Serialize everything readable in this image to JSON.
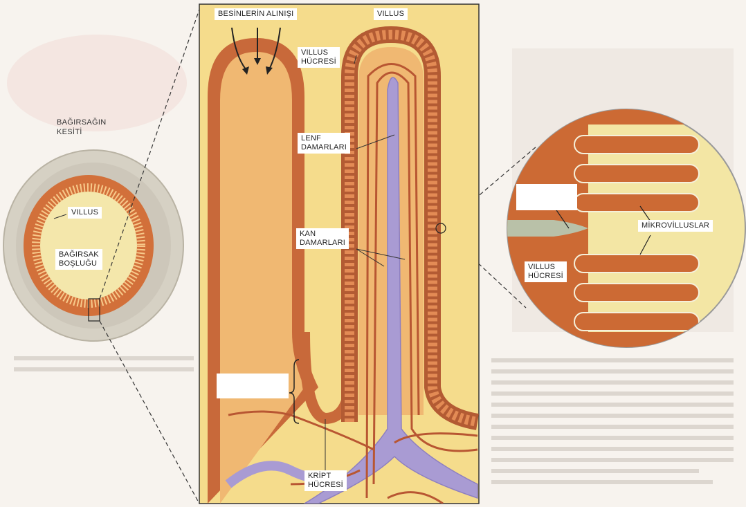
{
  "title_banner": "",
  "labels": {
    "cross_section": [
      "BAĞIRSAĞIN",
      "KESİTİ"
    ],
    "villus_small": "VILLUS",
    "lumen": [
      "BAĞIRSAK",
      "BOŞLUĞU"
    ],
    "absorption": "BESİNLERİN ALINIŞI",
    "villus_top": "VILLUS",
    "villus_cell": [
      "VILLUS",
      "HÜCRESİ"
    ],
    "lymph_vessels": [
      "LENF",
      "DAMARLARI"
    ],
    "blood_vessels": [
      "KAN",
      "DAMARLARI"
    ],
    "crypt_cell": [
      "KRİPT",
      "HÜCRESİ"
    ],
    "microvilli": "MİKROVİLLUSLAR",
    "villus_cell_zoom": [
      "VILLUS",
      "HÜCRESİ"
    ]
  },
  "colors": {
    "villus_orange": "#c8693a",
    "villus_inner": "#f0b872",
    "panel_bg": "#f5dc8c",
    "lymph_purple": "#a99bd3",
    "gut_gray": "#cfcbbd",
    "lumen_yellow": "#f5e6a8"
  }
}
